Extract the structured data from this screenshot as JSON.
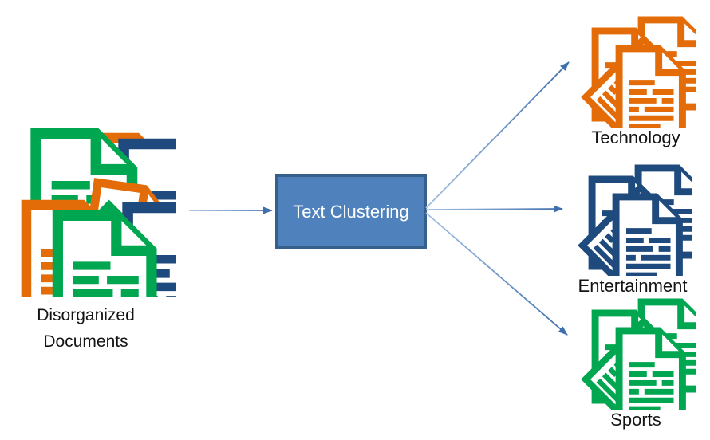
{
  "diagram": {
    "source": {
      "label": "Disorganized\nDocuments"
    },
    "process": {
      "label": "Text Clustering"
    },
    "clusters": [
      {
        "id": "technology",
        "label": "Technology",
        "color": "#E36C09"
      },
      {
        "id": "entertainment",
        "label": "Entertainment",
        "color": "#1F4A7D"
      },
      {
        "id": "sports",
        "label": "Sports",
        "color": "#00A750"
      }
    ]
  },
  "colors": {
    "orange": "#E36C09",
    "navy": "#1F4A7D",
    "green": "#00A750",
    "box_fill": "#4F81BD",
    "box_border": "#36608C",
    "arrow_light": "#A6C1E2",
    "arrow_dark": "#3E6FAE",
    "text": "#141414",
    "background": "#FFFFFF"
  }
}
